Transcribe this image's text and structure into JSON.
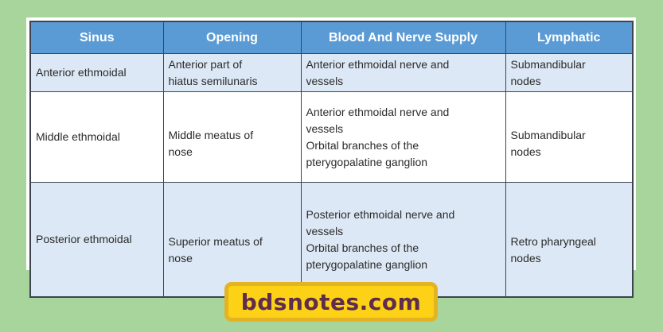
{
  "table": {
    "headers": [
      "Sinus",
      "Opening",
      "Blood And Nerve Supply",
      "Lymphatic"
    ],
    "rows": [
      {
        "sinus": "Anterior ethmoidal",
        "opening": [
          "Anterior part of",
          "hiatus semilunaris"
        ],
        "supply": [
          "Anterior ethmoidal nerve and",
          "vessels"
        ],
        "lymphatic": [
          "Submandibular",
          "nodes"
        ]
      },
      {
        "sinus": "Middle ethmoidal",
        "opening": [
          "Middle meatus of",
          "nose"
        ],
        "supply": [
          "Anterior ethmoidal nerve and",
          "vessels",
          "Orbital branches of the",
          "pterygopalatine ganglion"
        ],
        "lymphatic": [
          "Submandibular",
          "nodes"
        ]
      },
      {
        "sinus": "Posterior ethmoidal",
        "opening": [
          "Superior meatus of",
          "nose"
        ],
        "supply": [
          "Posterior ethmoidal nerve and",
          "vessels",
          "Orbital branches of the",
          "pterygopalatine ganglion"
        ],
        "lymphatic": [
          "Retro pharyngeal",
          "nodes"
        ]
      }
    ]
  },
  "badge": {
    "text": "bdsnotes.com"
  },
  "colors": {
    "background": "#a8d59b",
    "header": "#5b9bd5",
    "row_shade": "#dce8f5",
    "badge_fill": "#fcd116",
    "badge_border": "#e3b323",
    "badge_text": "#5e2c4e"
  }
}
